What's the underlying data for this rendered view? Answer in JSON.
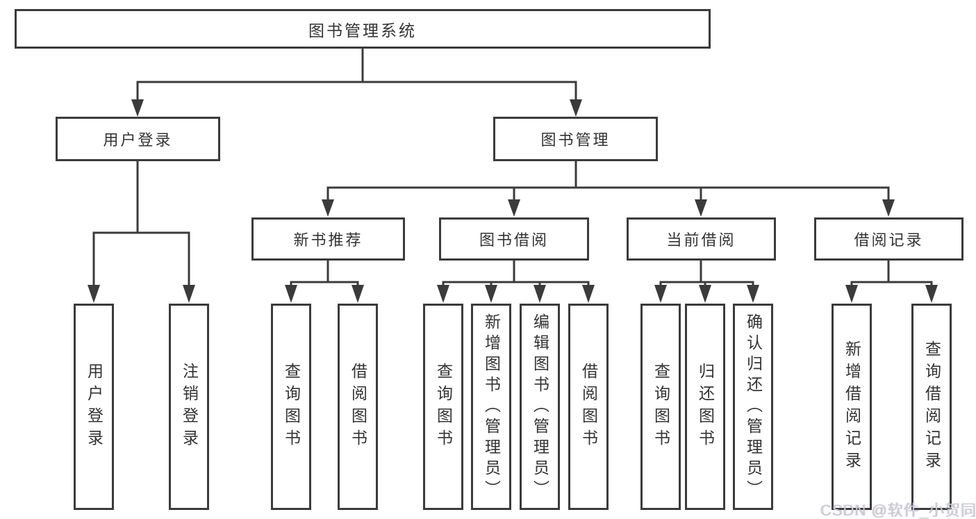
{
  "tree": {
    "root": {
      "label": "图书管理系统"
    },
    "branches": [
      {
        "label": "用户登录",
        "children": [
          {
            "label": "用户登录"
          },
          {
            "label": "注销登录"
          }
        ]
      },
      {
        "label": "图书管理",
        "children": [
          {
            "label": "新书推荐",
            "children": [
              {
                "label": "查询图书"
              },
              {
                "label": "借阅图书"
              }
            ]
          },
          {
            "label": "图书借阅",
            "children": [
              {
                "label": "查询图书"
              },
              {
                "label": "新增图书（管理员）"
              },
              {
                "label": "编辑图书（管理员）"
              },
              {
                "label": "借阅图书"
              }
            ]
          },
          {
            "label": "当前借阅",
            "children": [
              {
                "label": "查询图书"
              },
              {
                "label": "归还图书"
              },
              {
                "label": "确认归还（管理员）"
              }
            ]
          },
          {
            "label": "借阅记录",
            "children": [
              {
                "label": "新增借阅记录"
              },
              {
                "label": "查询借阅记录"
              }
            ]
          }
        ]
      }
    ]
  },
  "watermark": "CSDN @软件_小贺同学",
  "colors": {
    "line": "#3b3b3b",
    "text": "#333333",
    "background": "#ffffff",
    "watermark": "#c9cdd4"
  }
}
